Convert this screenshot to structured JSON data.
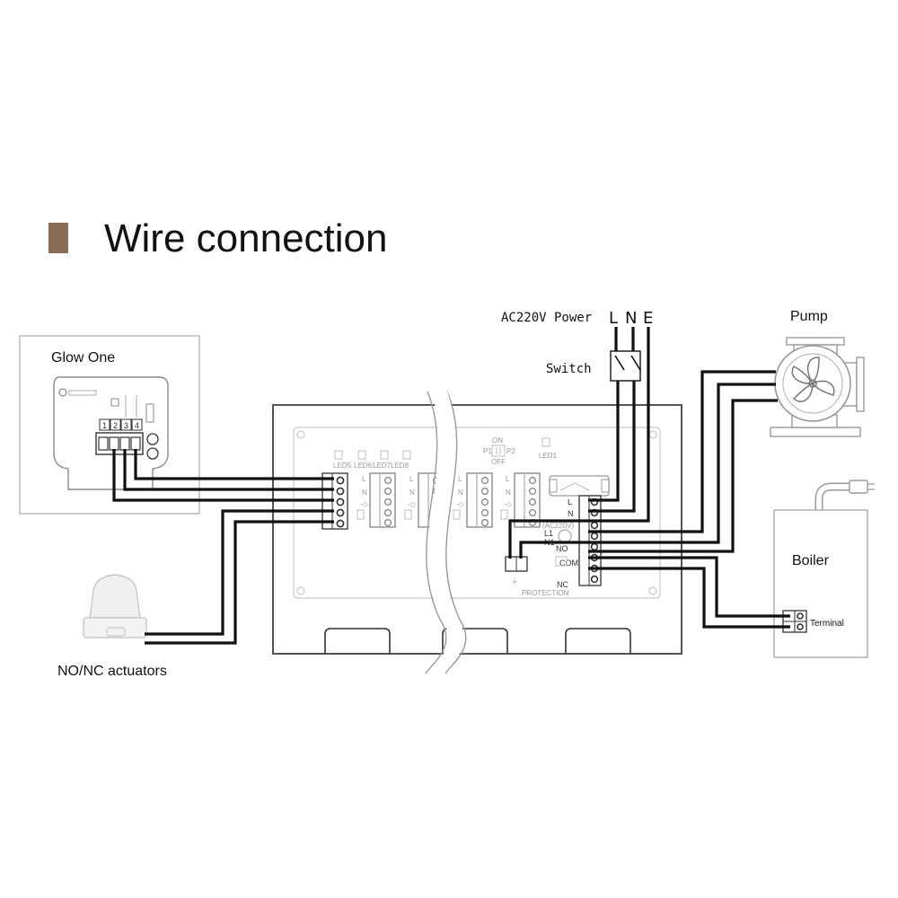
{
  "title": "Wire connection",
  "colors": {
    "title_marker": "#8a6b55",
    "wire": "#111111",
    "panel_outline": "#555555"
  },
  "thermostat": {
    "name": "Glow One",
    "terminal_numbers": [
      "1",
      "2",
      "3",
      "4"
    ]
  },
  "actuator": {
    "label": "NO/NC actuators"
  },
  "power": {
    "label": "AC220V Power",
    "lines": [
      "L",
      "N",
      "E"
    ]
  },
  "switch": {
    "label": "Switch"
  },
  "pump": {
    "label": "Pump"
  },
  "boiler": {
    "label": "Boiler",
    "terminal_label": "Terminal"
  },
  "controller": {
    "led_labels": [
      "LED5",
      "LED6",
      "LED7",
      "LED8"
    ],
    "led1_label": "LED1",
    "dip_labels": {
      "on": "ON",
      "off": "OFF",
      "p1": "P1",
      "p2": "P2"
    },
    "zone_labels": [
      "L",
      "N"
    ],
    "power_terminal": {
      "l": "L",
      "n": "N",
      "voltage": "(AC220V)"
    },
    "pump_terminal": {
      "l": "L1",
      "n": "N1"
    },
    "relay": {
      "no": "NO",
      "com": "COM",
      "nc": "NC"
    },
    "protection_label": "PROTECTION"
  }
}
